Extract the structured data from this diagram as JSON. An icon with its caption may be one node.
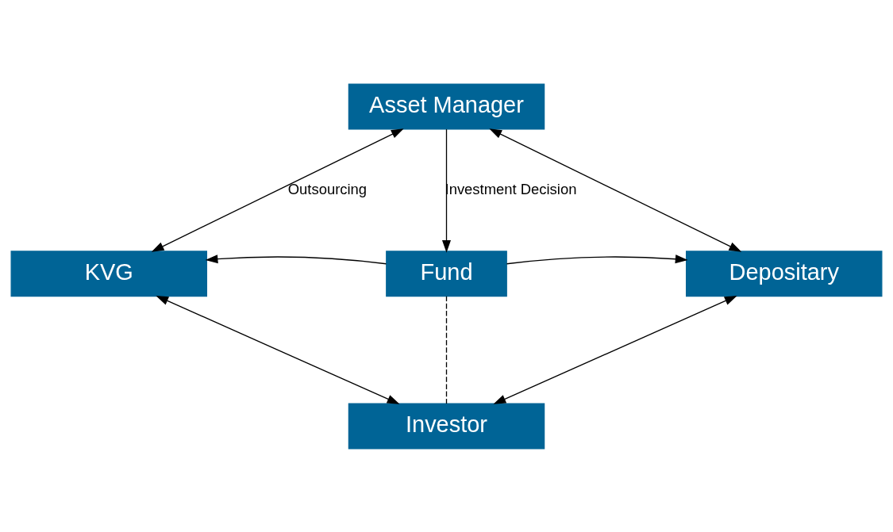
{
  "diagram": {
    "nodes": [
      {
        "text": [
          "Asset Manager"
        ]
      },
      {
        "text": [
          "KVG"
        ]
      },
      {
        "text": [
          "Fund"
        ]
      },
      {
        "text": [
          "Depositary"
        ]
      },
      {
        "text": [
          "Investor"
        ]
      }
    ],
    "edges": [
      {
        "from": 0,
        "to": 1,
        "arrow": "both",
        "label": "Outsourcing"
      },
      {
        "from": 0,
        "to": 2,
        "arrow": "to",
        "label": "Investment Decision"
      },
      {
        "from": 0,
        "to": 3,
        "arrow": "both"
      },
      {
        "from": 2,
        "to": 1,
        "arrow": "to"
      },
      {
        "from": 2,
        "to": 3,
        "arrow": "to"
      },
      {
        "from": 1,
        "to": 4,
        "arrow": "both"
      },
      {
        "from": 3,
        "to": 4,
        "arrow": "both"
      },
      {
        "from": 2,
        "to": 4,
        "arrow": "none",
        "style": "dashed"
      }
    ]
  }
}
